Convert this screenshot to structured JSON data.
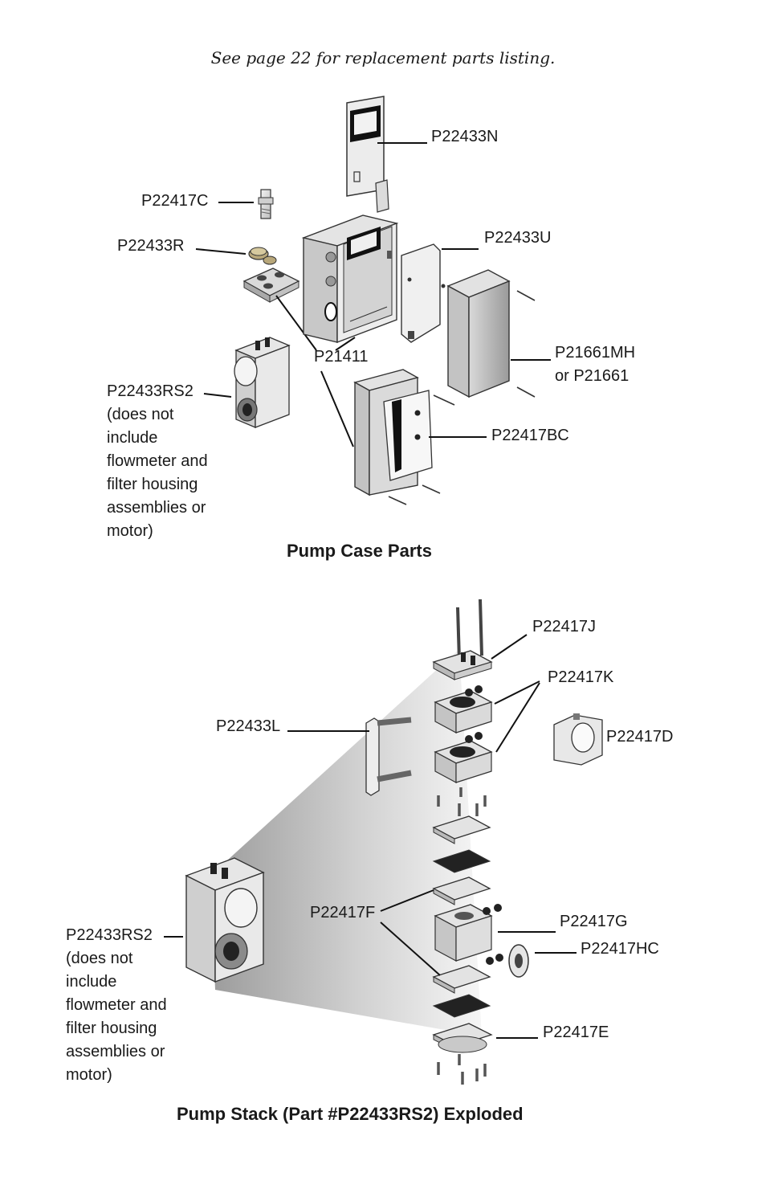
{
  "note": "See page 22 for replacement parts listing.",
  "case_section": {
    "caption": "Pump Case Parts",
    "labels": {
      "p22433n": "P22433N",
      "p22417c": "P22417C",
      "p22433r": "P22433R",
      "p22433u": "P22433U",
      "p21411": "P21411",
      "p21661mh_line1": "P21661MH",
      "p21661mh_line2": "or P21661",
      "p22417bc": "P22417BC",
      "p22433rs2": "P22433RS2",
      "p22433rs2_note": [
        "(does not",
        "include",
        "flowmeter and",
        "filter housing",
        "assemblies or",
        "motor)"
      ]
    }
  },
  "stack_section": {
    "caption": "Pump Stack (Part #P22433RS2) Exploded",
    "labels": {
      "p22417j": "P22417J",
      "p22417k": "P22417K",
      "p22433l": "P22433L",
      "p22417d": "P22417D",
      "p22417f": "P22417F",
      "p22417g": "P22417G",
      "p22417hc": "P22417HC",
      "p22417e": "P22417E",
      "p22433rs2": "P22433RS2",
      "p22433rs2_note": [
        "(does not",
        "include",
        "flowmeter and",
        "filter housing",
        "assemblies or",
        "motor)"
      ]
    }
  }
}
